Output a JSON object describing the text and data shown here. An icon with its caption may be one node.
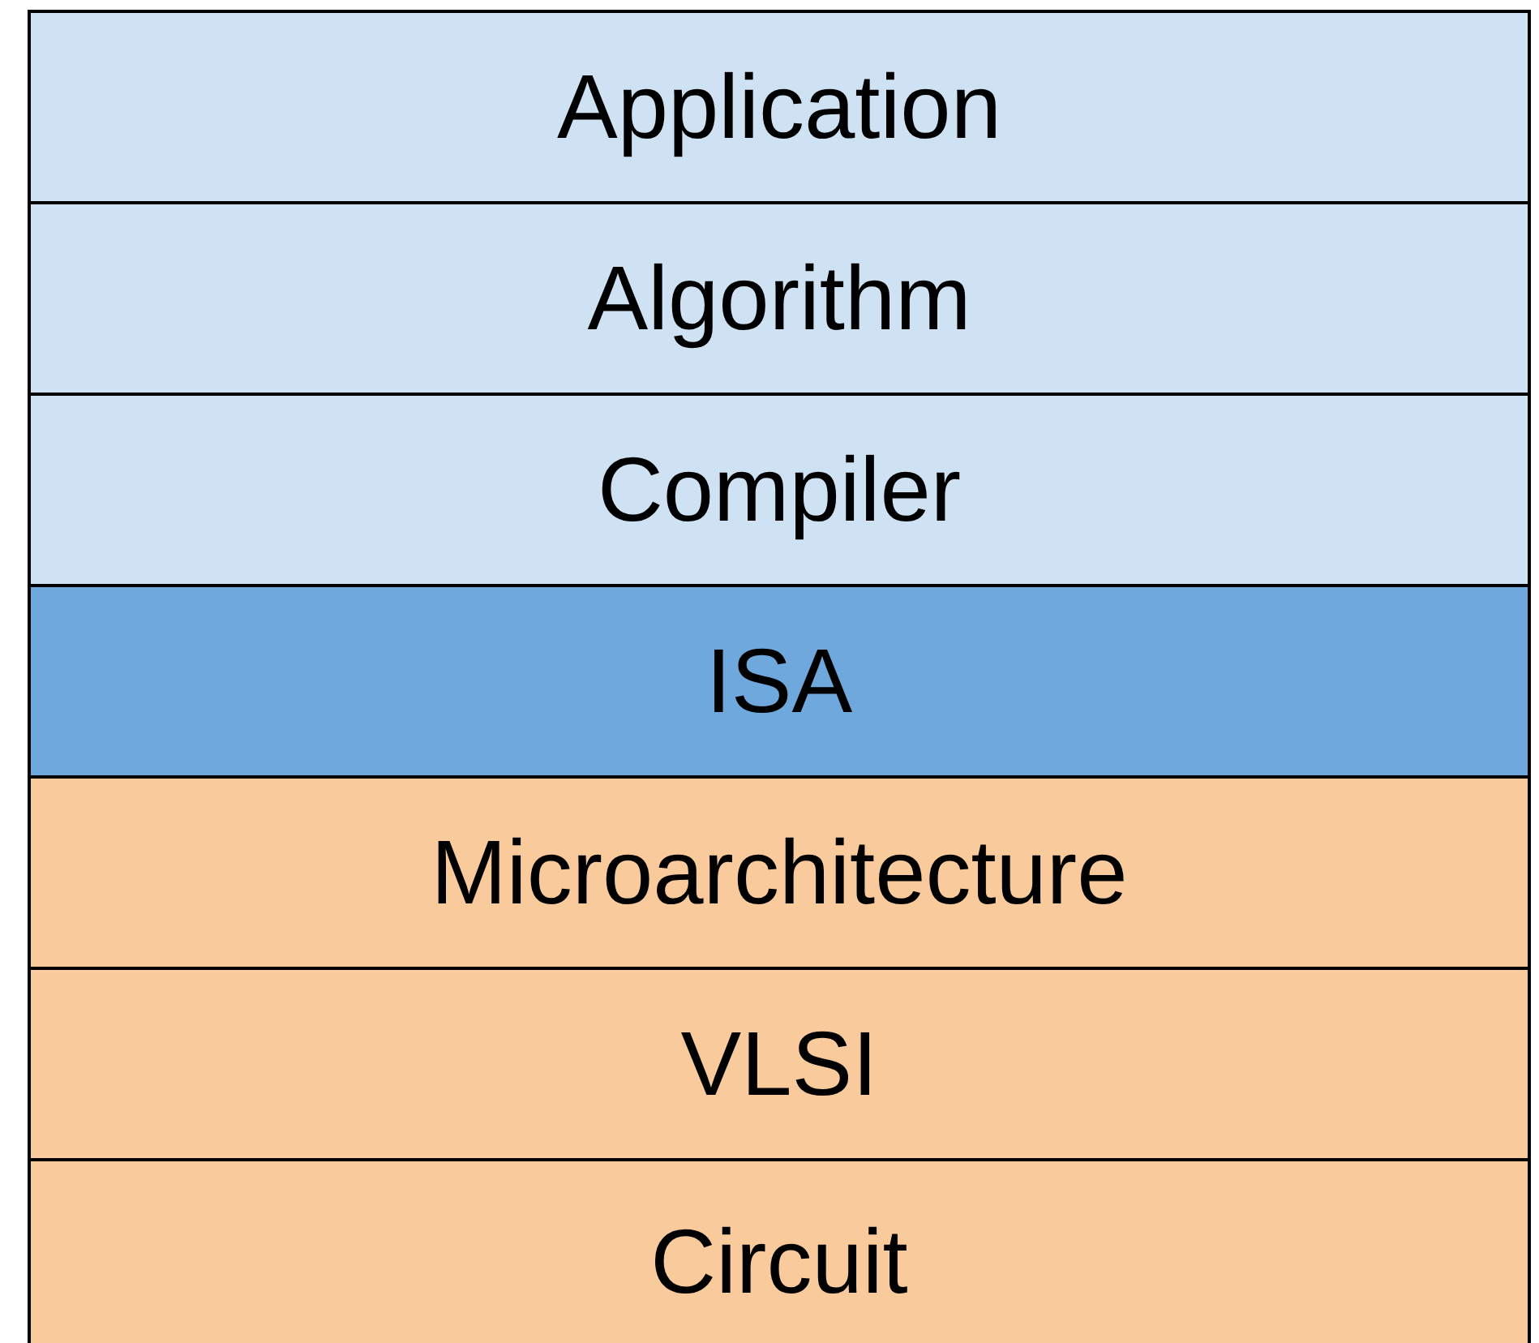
{
  "diagram": {
    "nodes": [
      {
        "text": [
          "Application"
        ]
      },
      {
        "text": [
          "Algorithm"
        ]
      },
      {
        "text": [
          "Compiler"
        ]
      },
      {
        "text": [
          "ISA"
        ]
      },
      {
        "text": [
          "Microarchitecture"
        ]
      },
      {
        "text": [
          "VLSI"
        ]
      },
      {
        "text": [
          "Circuit"
        ]
      }
    ]
  }
}
